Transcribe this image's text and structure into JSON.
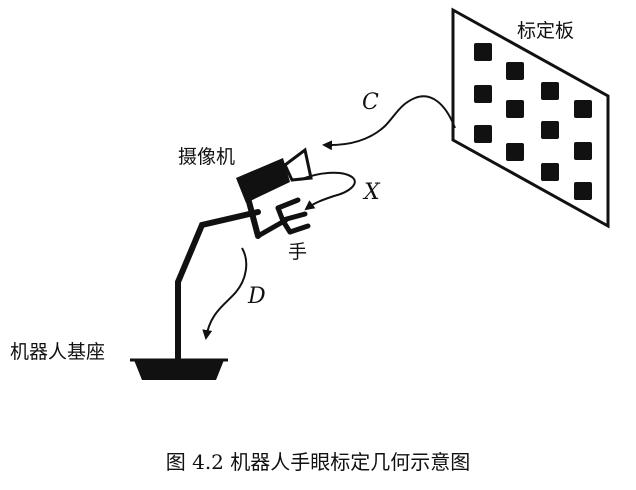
{
  "labels": {
    "calibration_board": "标定板",
    "camera": "摄像机",
    "hand": "手",
    "robot_base": "机器人基座",
    "transform_c": "C",
    "transform_x": "X",
    "transform_d": "D"
  },
  "caption": "图 4.2  机器人手眼标定几何示意图",
  "colors": {
    "ink": "#111111",
    "background": "#ffffff"
  }
}
